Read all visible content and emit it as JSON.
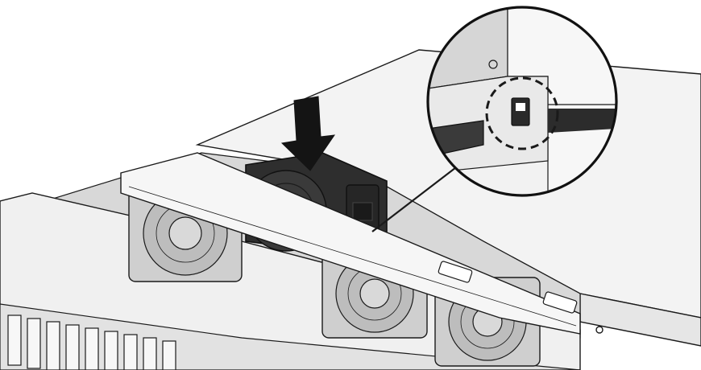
{
  "figure": {
    "subject": "rack-server-fan-replacement",
    "callout": "zoom-on-fan-connector",
    "arrow_direction": "down"
  },
  "colors": {
    "line": "#1a1a1a",
    "panel": "#f2f2f2",
    "panel_shadow": "#d9d9d9",
    "fan_dark": "#2e2e2e",
    "fan_gray": "#cfcfcf",
    "arrow": "#141414"
  },
  "icons": [
    "arrow-down-icon",
    "fan-icon",
    "connector-icon",
    "magnifier-callout-icon"
  ]
}
